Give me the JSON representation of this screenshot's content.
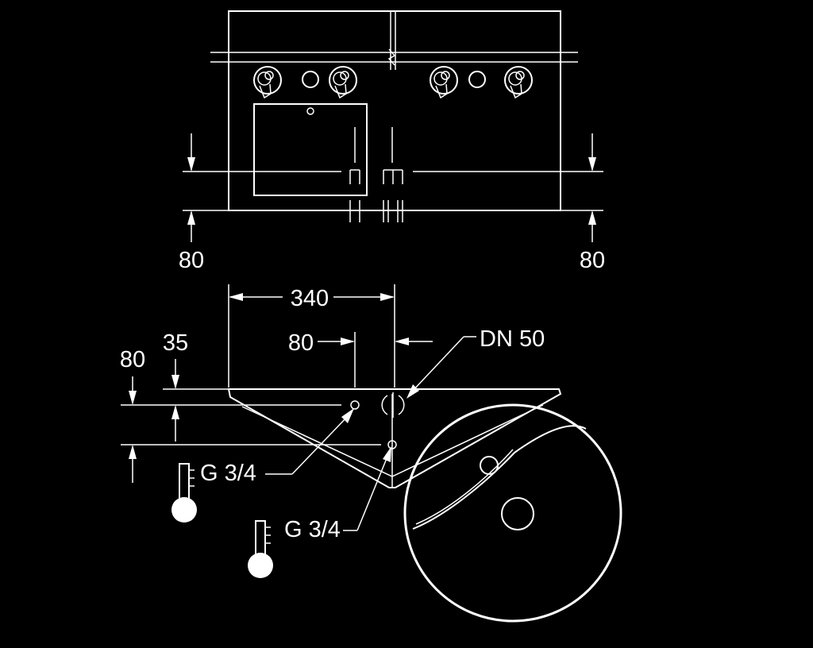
{
  "dimensions": {
    "height_left": "80",
    "height_right": "80",
    "width_top": "340",
    "offset_inner": "80",
    "offset_side": "35",
    "offset_vertical": "80"
  },
  "labels": {
    "drain": "DN 50",
    "supply_cold": "G 3/4",
    "supply_hot": "G 3/4"
  },
  "icons": [
    "thermometer-icon",
    "thermometer-icon",
    "tap-icon"
  ],
  "colors": {
    "background": "#000000",
    "line": "#ffffff"
  }
}
